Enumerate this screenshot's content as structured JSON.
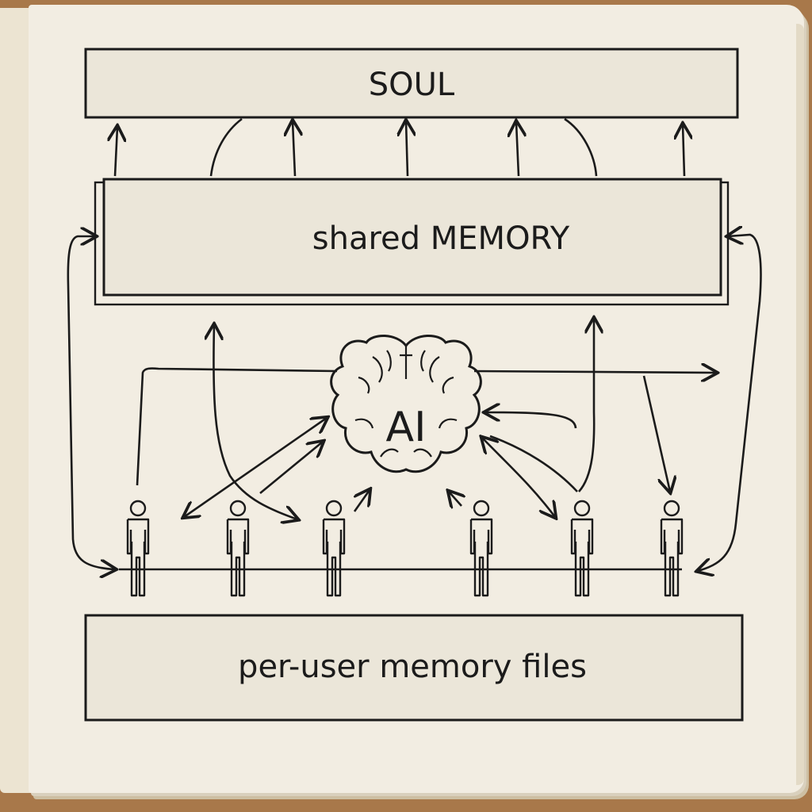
{
  "diagram": {
    "soul_label": "SOUL",
    "memory_label": "shared MEMORY",
    "ai_label": "AI",
    "files_label": "per-user memory files",
    "user_count": 6
  },
  "colors": {
    "ink": "#1b1b1b",
    "paper": "#f2ede2",
    "box_fill": "#ebe6d9",
    "desk": "#a8784a"
  },
  "icons": [
    "brain-icon",
    "person-icon"
  ]
}
